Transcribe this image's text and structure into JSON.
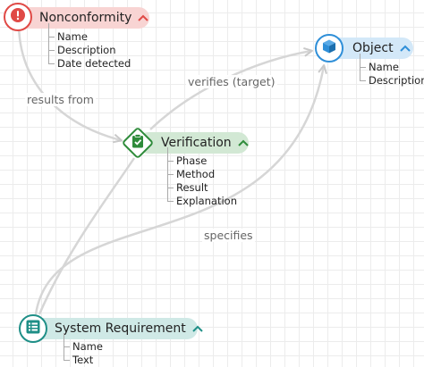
{
  "colors": {
    "nonconformity": "#e04a46",
    "verification": "#2e8b3a",
    "object": "#2f8fd8",
    "requirement": "#1f8f87"
  },
  "nodes": {
    "nonconformity": {
      "title": "Nonconformity",
      "icon": "exclamation-icon",
      "attributes": [
        "Name",
        "Description",
        "Date detected"
      ]
    },
    "object": {
      "title": "Object",
      "icon": "cube-icon",
      "attributes": [
        "Name",
        "Description"
      ]
    },
    "verification": {
      "title": "Verification",
      "icon": "clipboard-check-icon",
      "attributes": [
        "Phase",
        "Method",
        "Result",
        "Explanation"
      ]
    },
    "requirement": {
      "title": "System Requirement",
      "icon": "list-icon",
      "attributes": [
        "Name",
        "Text"
      ]
    }
  },
  "edges": {
    "results_from": "results from",
    "verifies": "verifies (target)",
    "specifies": "specifies"
  }
}
